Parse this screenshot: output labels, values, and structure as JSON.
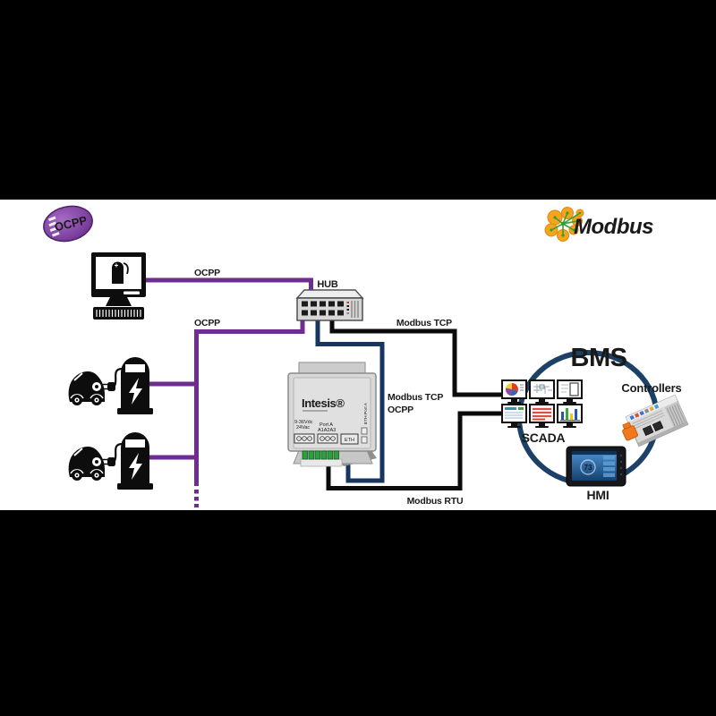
{
  "diagram": {
    "ocpp_logo": {
      "text": "OCPP"
    },
    "modbus_logo": {
      "text": "Modbus"
    },
    "hub": {
      "label": "HUB"
    },
    "connections": {
      "ocpp_top": "OCPP",
      "ocpp_bottom": "OCPP",
      "modbus_tcp_top": "Modbus TCP",
      "gateway_line1": "Modbus TCP",
      "gateway_line2": "OCPP",
      "modbus_rtu": "Modbus RTU"
    },
    "gateway": {
      "brand": "Intesis®",
      "power_label_1": "9-36Vdc",
      "power_label_2": "24Vac",
      "port_label_1": "Port A",
      "port_label_2": "A1A2A3",
      "eth_label": "ETH",
      "side_label": "ETH Port A"
    },
    "bms": {
      "label": "BMS"
    },
    "scada": {
      "label": "SCADA"
    },
    "controllers": {
      "label": "Controllers"
    },
    "hmi": {
      "label": "HMI",
      "screen_value": "73"
    },
    "colors": {
      "ocpp_line": "#6d2d91",
      "ethernet_line": "#16365f",
      "modbus_line": "#0b0b0b",
      "bms_ring": "#1d4166",
      "ocpp_logo_purple": "#7b3f9e",
      "modbus_text_blue": "#1565b8",
      "modbus_node_orange": "#f5a51d"
    }
  }
}
